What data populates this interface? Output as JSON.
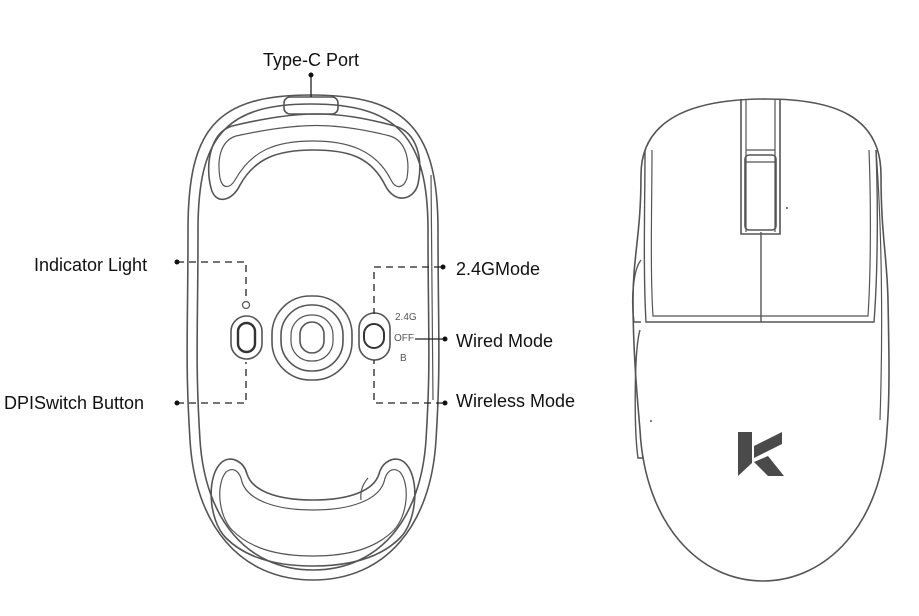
{
  "labels": {
    "type_c_port": "Type-C Port",
    "indicator_light": "Indicator Light",
    "dpi_switch_button": "DPISwitch Button",
    "mode_24g": "2.4GMode",
    "wired_mode": "Wired Mode",
    "wireless_mode": "Wireless Mode"
  },
  "switch_markings": {
    "top": "2.4G",
    "middle": "OFF",
    "bottom": "B"
  },
  "colors": {
    "line": "#555555",
    "leader": "#222222",
    "logo": "#4a4a4a"
  }
}
